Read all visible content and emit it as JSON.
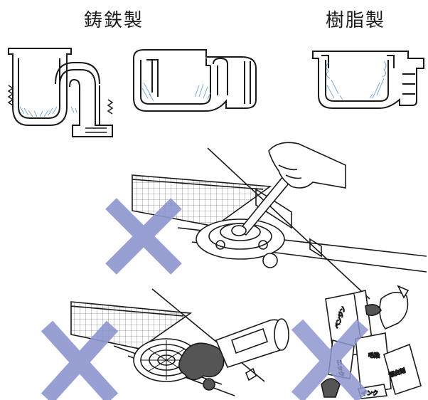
{
  "labels": {
    "cast_iron": "鋳鉄製",
    "resin": "樹脂製"
  },
  "bottles": {
    "b1": "ベンジン",
    "b2": "毛染",
    "b3": "漂白剤",
    "b4": "ニック",
    "b5": "インク"
  },
  "colors": {
    "cross": "#8f97d0",
    "water_hatch": "#7aa7d8",
    "outline": "#1a1a1a"
  }
}
